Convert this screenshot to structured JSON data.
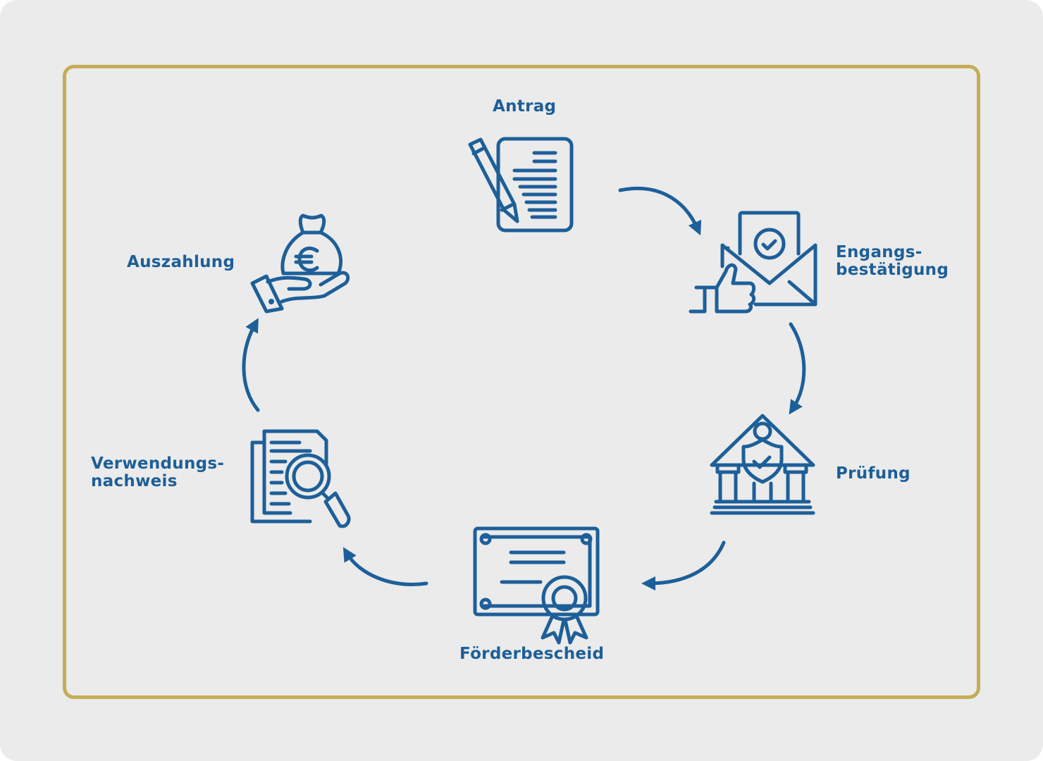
{
  "diagram": {
    "steps": [
      {
        "label": "Antrag",
        "icon": "document-pen-icon"
      },
      {
        "label_line1": "Engangs-",
        "label_line2": "bestätigung",
        "icon": "envelope-thumbs-up-icon"
      },
      {
        "label": "Prüfung",
        "icon": "building-shield-icon"
      },
      {
        "label": "Förderbescheid",
        "icon": "certificate-icon"
      },
      {
        "label_line1": "Verwendungs-",
        "label_line2": "nachweis",
        "icon": "document-magnifier-icon"
      },
      {
        "label": "Auszahlung",
        "icon": "hand-money-bag-icon"
      }
    ],
    "colors": {
      "primary": "#1d5f99",
      "frame": "#c4ad56",
      "background": "#ebebeb"
    }
  }
}
